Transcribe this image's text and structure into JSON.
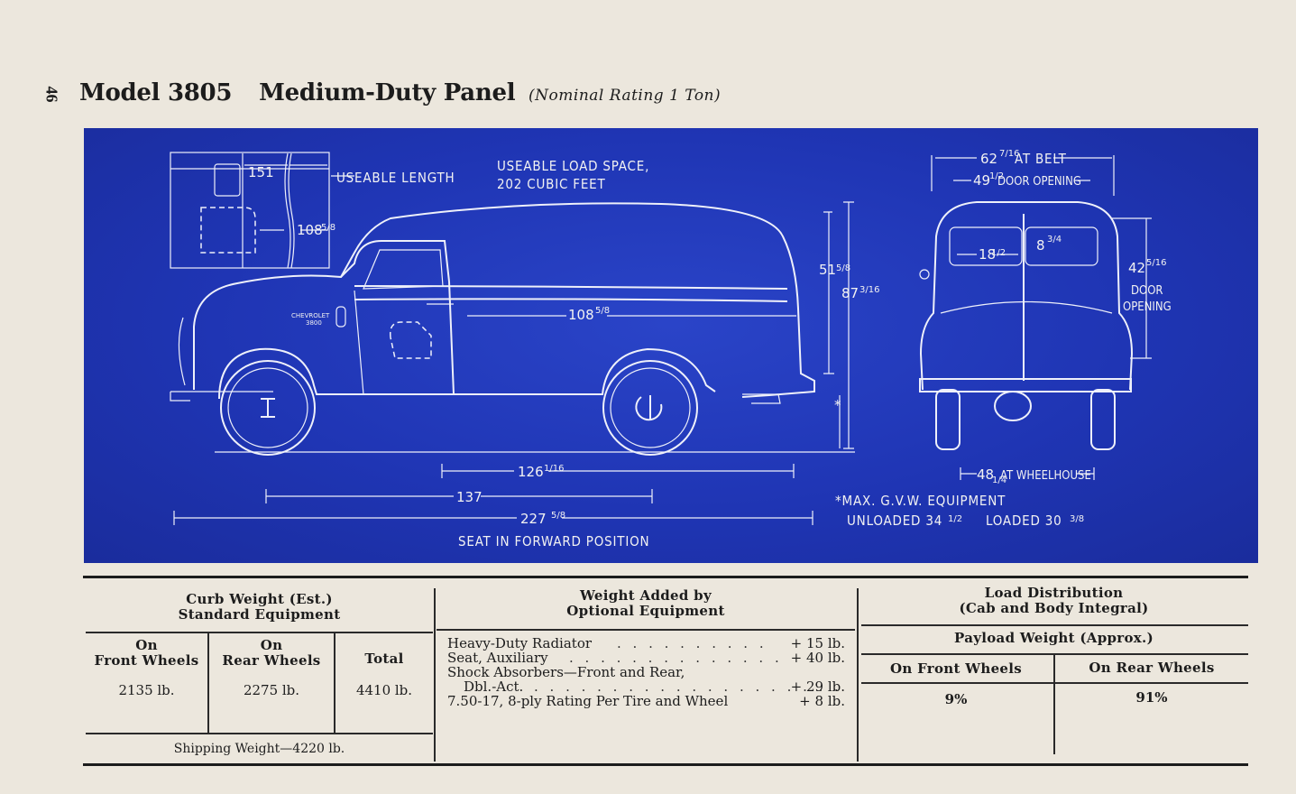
{
  "header": {
    "page_number": "46",
    "model": "Model 3805",
    "name": "Medium-Duty Panel",
    "rating": "(Nominal Rating 1 Ton)"
  },
  "blueprint": {
    "useable_length_label": "USEABLE LENGTH",
    "load_space_line1": "USEABLE LOAD SPACE,",
    "load_space_line2": "202 CUBIC FEET",
    "dim_151": "151",
    "dim_108_top": "108",
    "dim_108_frac": "5/8",
    "dim_108_side": "108",
    "dim_51": "51",
    "dim_51_frac": "5/8",
    "dim_87": "87",
    "dim_87_frac": "3/16",
    "dim_126": "126",
    "dim_126_frac": "1/16",
    "dim_137": "137",
    "dim_227": "227",
    "dim_227_frac": "5/8",
    "seat_label": "SEAT IN FORWARD POSITION",
    "emblem": "CHEVROLET",
    "emblem_sub": "3800",
    "belt_label": "62 7/16 AT BELT",
    "belt_num": "62",
    "belt_frac": "7/16",
    "belt_text": "AT BELT",
    "door_open_num": "49",
    "door_open_frac": "1/2",
    "door_open_text": "DOOR OPENING",
    "window_w_num": "18",
    "window_w_frac": "1/2",
    "window_h_num": "8",
    "window_h_frac": "3/4",
    "door_h_num": "42",
    "door_h_frac": "5/16",
    "door_h_text1": "DOOR",
    "door_h_text2": "OPENING",
    "wheelhouse_num": "48",
    "wheelhouse_frac": "1/4",
    "wheelhouse_text": "AT WHEELHOUSE",
    "gvw_line1": "*MAX. G.V.W. EQUIPMENT",
    "gvw_unloaded": "UNLOADED 34",
    "gvw_unloaded_frac": "1/2",
    "gvw_loaded": "LOADED 30",
    "gvw_loaded_frac": "3/8"
  },
  "curb": {
    "title_line1": "Curb Weight (Est.)",
    "title_line2": "Standard Equipment",
    "col_front_1": "On",
    "col_front_2": "Front Wheels",
    "col_rear_1": "On",
    "col_rear_2": "Rear Wheels",
    "col_total": "Total",
    "front": "2135 lb.",
    "rear": "2275 lb.",
    "total": "4410 lb.",
    "shipping": "Shipping Weight—4220 lb."
  },
  "optional": {
    "title_line1": "Weight Added by",
    "title_line2": "Optional Equipment",
    "items": [
      {
        "label": "Heavy-Duty Radiator",
        "amount": "+ 15 lb."
      },
      {
        "label": "Seat, Auxiliary",
        "amount": "+ 40 lb."
      },
      {
        "label": "Shock Absorbers—Front and Rear,",
        "amount": ""
      },
      {
        "label": "Dbl.-Act.",
        "amount": "+ 29 lb."
      },
      {
        "label": "7.50-17, 8-ply Rating Per Tire and Wheel",
        "amount": "+ 8 lb."
      }
    ]
  },
  "load": {
    "title_line1": "Load Distribution",
    "title_line2": "(Cab and Body Integral)",
    "payload": "Payload Weight (Approx.)",
    "col_front": "On Front Wheels",
    "col_rear": "On Rear Wheels",
    "front": "9%",
    "rear": "91%"
  }
}
